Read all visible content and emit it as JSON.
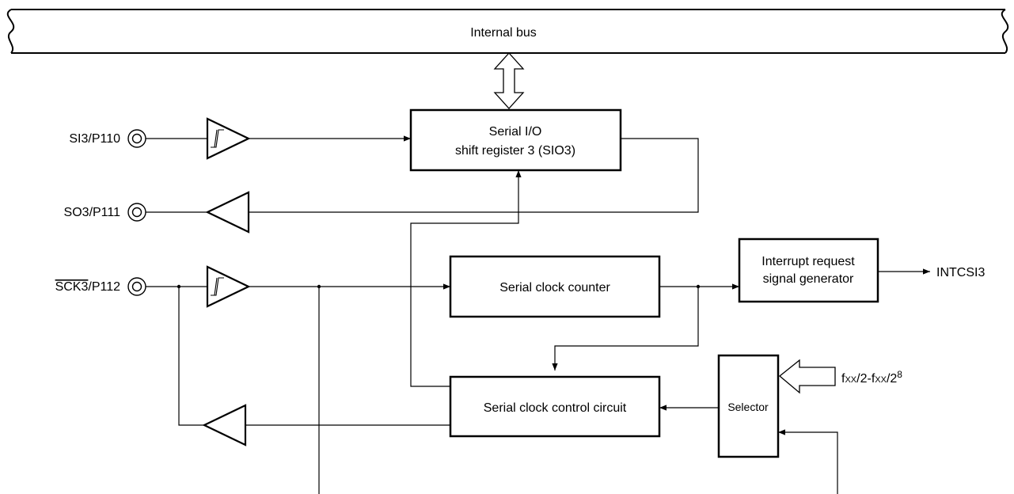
{
  "bus": {
    "label": "Internal bus"
  },
  "pins": {
    "si3": "SI3/P110",
    "so3": "SO3/P111",
    "sck3_overbar": "SCK3",
    "sck3_suffix": "/P112"
  },
  "blocks": {
    "shift_register": {
      "line1": "Serial I/O",
      "line2": "shift register 3 (SIO3)"
    },
    "clock_counter": {
      "label": "Serial clock counter"
    },
    "interrupt_gen": {
      "line1": "Interrupt request",
      "line2": "signal generator"
    },
    "clock_control": {
      "label": "Serial clock control circuit"
    },
    "selector": {
      "label": "Selector"
    }
  },
  "signals": {
    "intcsi3": "INTCSI3",
    "clock_source_main": "f",
    "clock_source_sub1": "XX",
    "clock_source_mid": "/2-f",
    "clock_source_sub2": "XX",
    "clock_source_tail": "/2",
    "clock_source_exp": "8"
  }
}
